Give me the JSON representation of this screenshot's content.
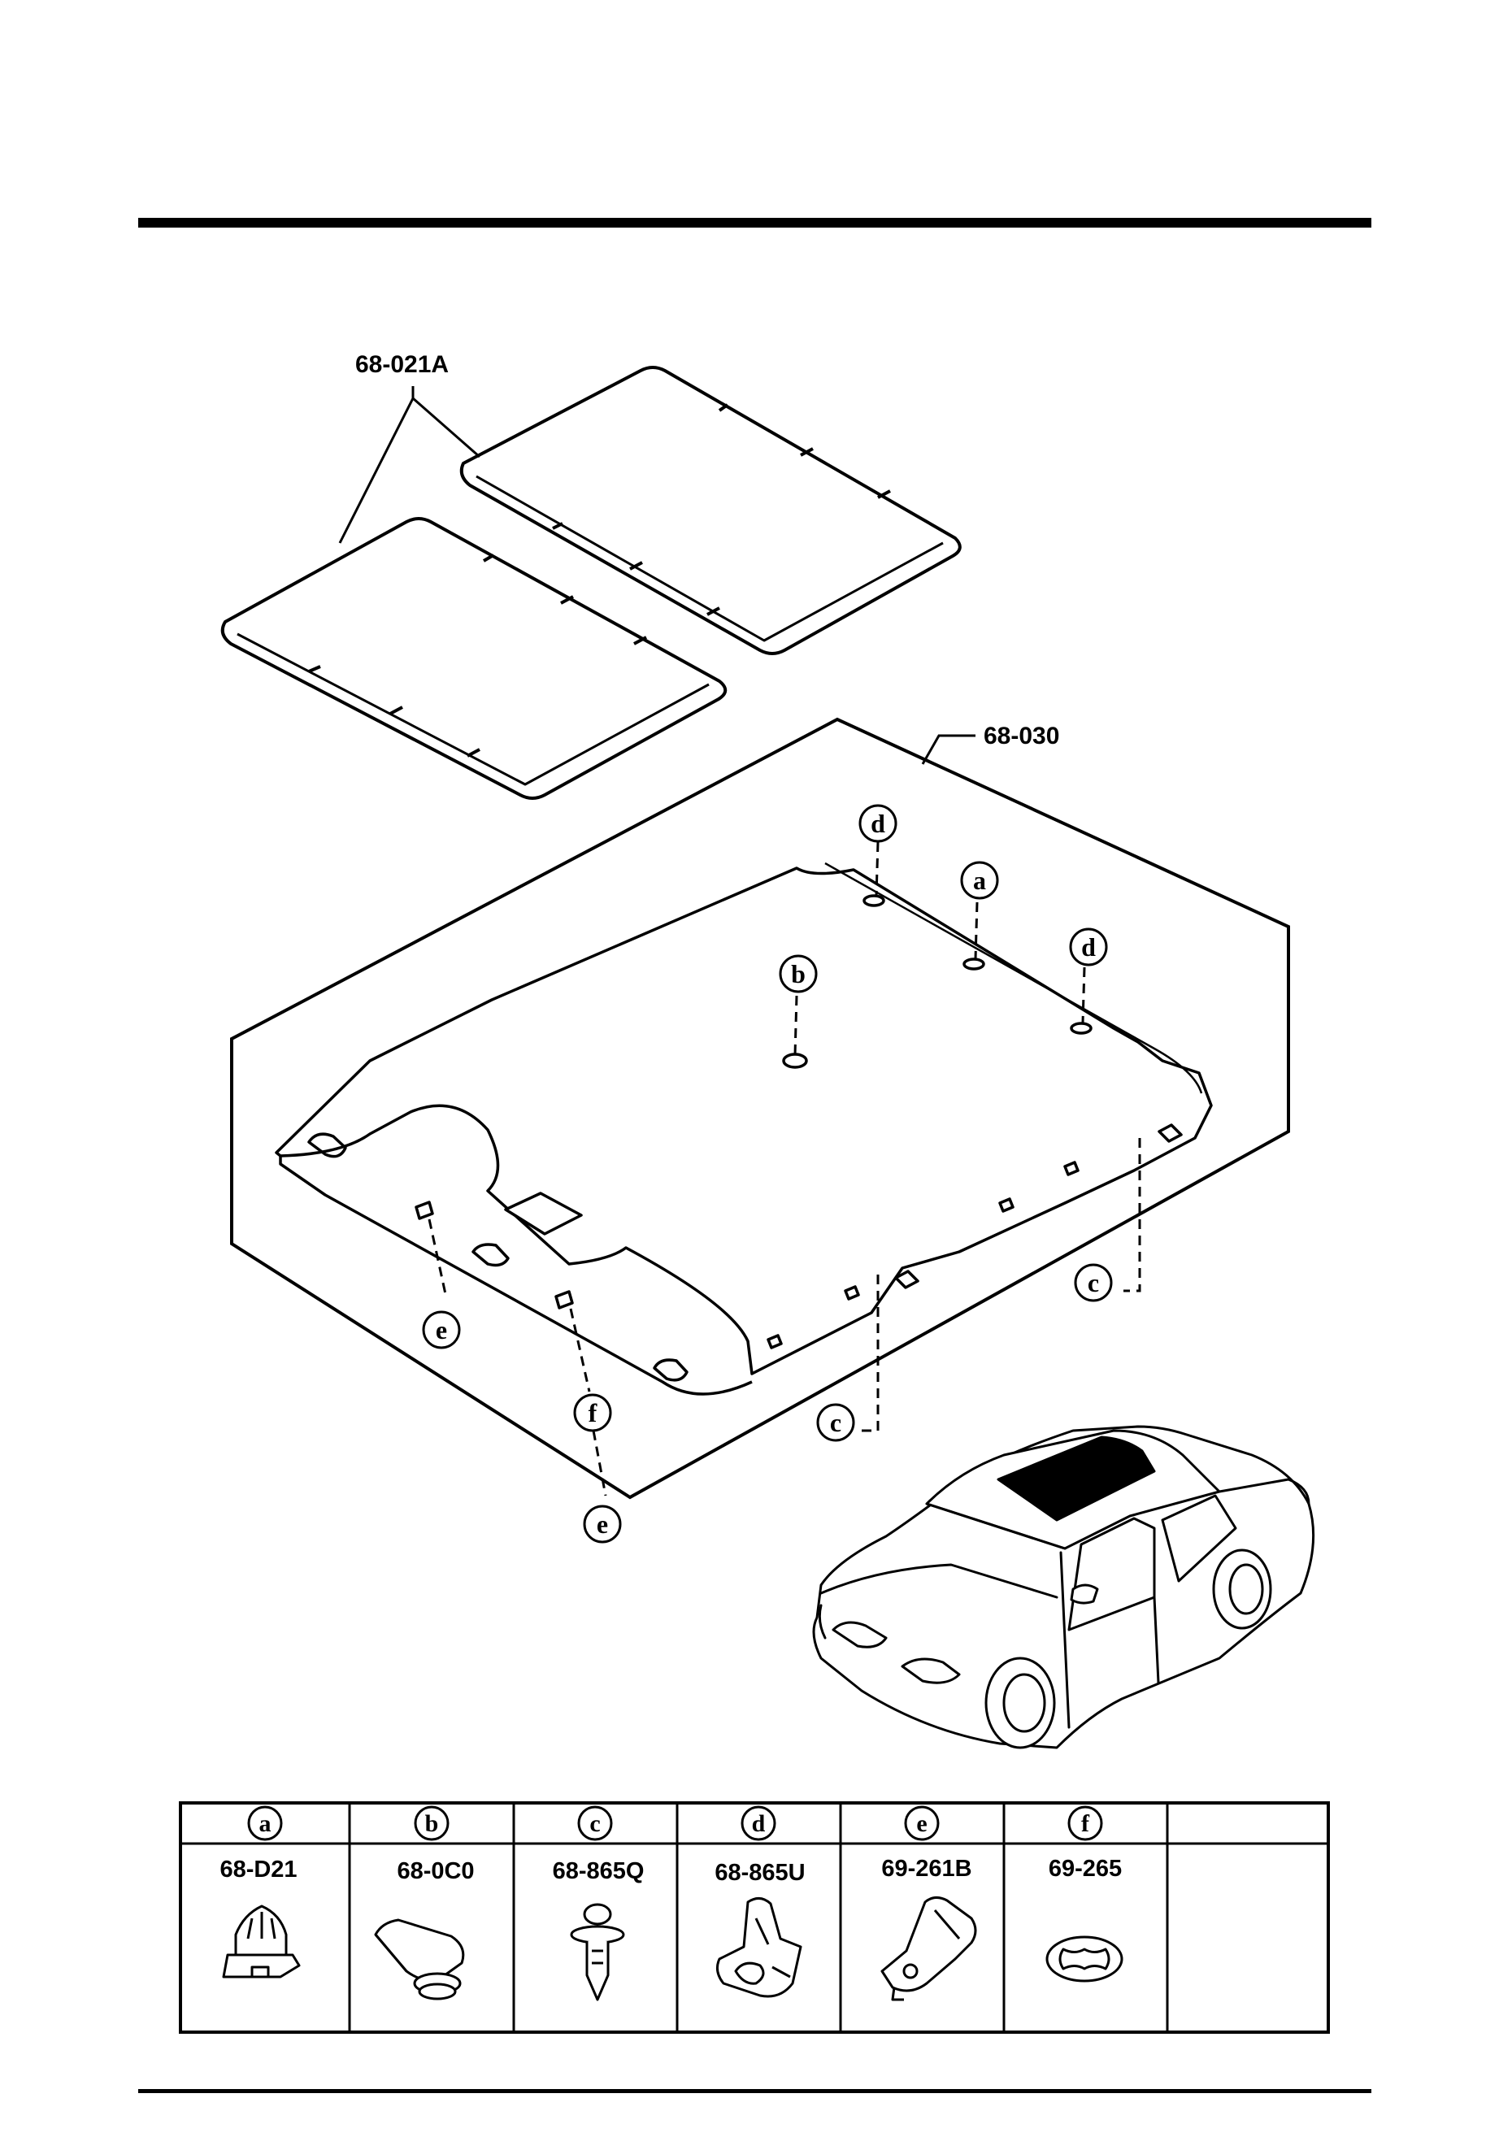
{
  "parts": {
    "insulator": "68-021A",
    "headliner": "68-030"
  },
  "callouts": {
    "a": "a",
    "b": "b",
    "c": "c",
    "d": "d",
    "e": "e",
    "f": "f"
  },
  "fastener_table": [
    {
      "letter": "a",
      "part": "68-D21"
    },
    {
      "letter": "b",
      "part": "68-0C0"
    },
    {
      "letter": "c",
      "part": "68-865Q"
    },
    {
      "letter": "d",
      "part": "68-865U"
    },
    {
      "letter": "e",
      "part": "69-261B"
    },
    {
      "letter": "f",
      "part": "69-265"
    }
  ],
  "colors": {
    "ink": "#000000",
    "paper": "#ffffff"
  }
}
